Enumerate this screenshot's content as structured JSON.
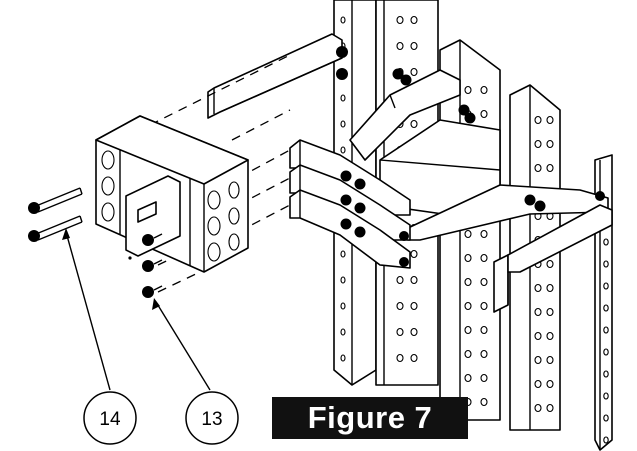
{
  "figure": {
    "label": "Figure 7"
  },
  "callouts": [
    {
      "id": "14",
      "text": "14"
    },
    {
      "id": "13",
      "text": "13"
    }
  ]
}
